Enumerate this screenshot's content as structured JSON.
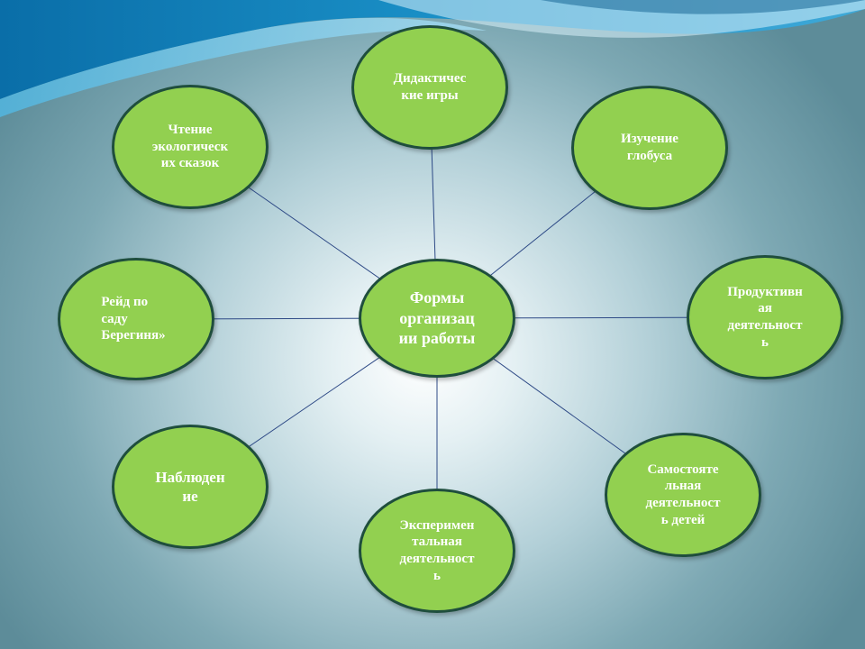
{
  "diagram": {
    "center": {
      "label": "Формы\nорганизац\nии работы"
    },
    "nodes": [
      {
        "id": "didactic-games",
        "label": "Дидактичес\nкие игры"
      },
      {
        "id": "globe-study",
        "label": "Изучение\nглобуса"
      },
      {
        "id": "productive-activity",
        "label": "Продуктивн\nая\nдеятельност\nь"
      },
      {
        "id": "independent-activity",
        "label": "Самостояте\nльная\nдеятельност\nь детей"
      },
      {
        "id": "experimental-activity",
        "label": "Эксперимен\nтальная\nдеятельност\nь"
      },
      {
        "id": "observation",
        "label": "Наблюден\nие"
      },
      {
        "id": "garden-raid",
        "label": "Рейд по\nсаду\nБерегиня»"
      },
      {
        "id": "eco-tales-reading",
        "label": "Чтение\nэкологическ\nих сказок"
      }
    ],
    "colors": {
      "node_fill": "#92d050",
      "node_border": "#1f4e3d",
      "connector": "#2e4a86",
      "text": "#ffffff"
    }
  }
}
